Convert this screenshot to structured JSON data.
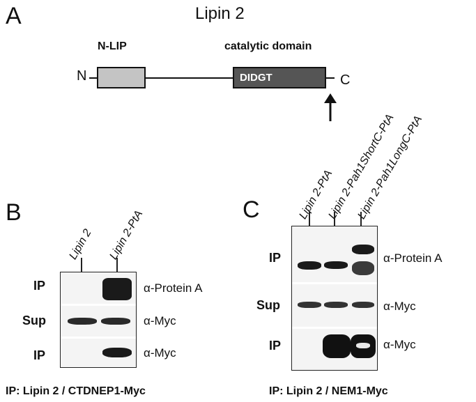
{
  "panel_a": {
    "letter": "A",
    "title": "Lipin 2",
    "nlip_label": "N-LIP",
    "catalytic_label": "catalytic domain",
    "motif": "DIDGT",
    "n_term": "N",
    "c_term": "C"
  },
  "panel_b": {
    "letter": "B",
    "lanes": [
      "Lipin 2",
      "Lipin 2-PtA"
    ],
    "rows": [
      {
        "label": "IP",
        "antibody": "α-Protein A"
      },
      {
        "label": "Sup",
        "antibody": "α-Myc"
      },
      {
        "label": "IP",
        "antibody": "α-Myc"
      }
    ],
    "caption": "IP: Lipin 2 / CTDNEP1-Myc"
  },
  "panel_c": {
    "letter": "C",
    "lanes": [
      "Lipin 2-PtA",
      "Lipin 2-Pah1ShortC-PtA",
      "Lipin 2-Pah1LongC-PtA"
    ],
    "rows": [
      {
        "label": "IP",
        "antibody": "α-Protein A"
      },
      {
        "label": "Sup",
        "antibody": "α-Myc"
      },
      {
        "label": "IP",
        "antibody": "α-Myc"
      }
    ],
    "caption": "IP: Lipin 2 / NEM1-Myc"
  },
  "colors": {
    "nlip_domain": "#c4c4c4",
    "catalytic_domain": "#555555",
    "band": "#1a1a1a"
  }
}
